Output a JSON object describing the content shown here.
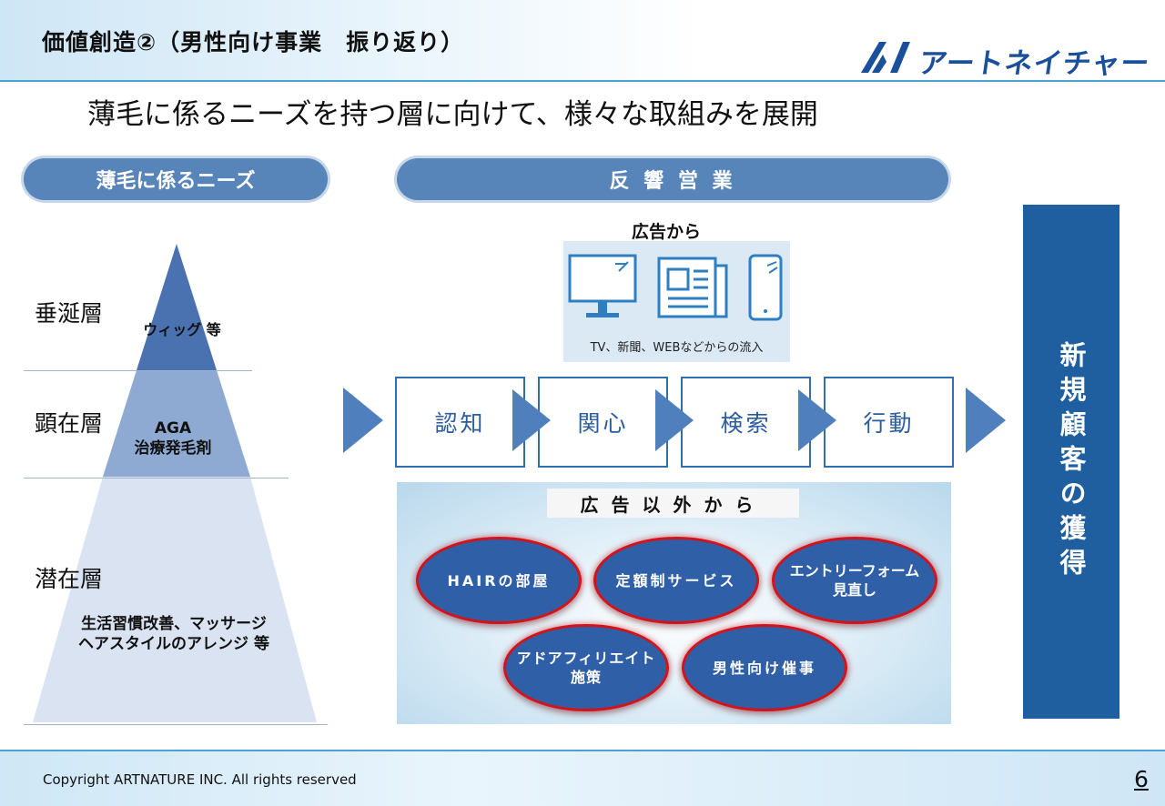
{
  "header": {
    "title": "価値創造②（男性向け事業　振り返り）",
    "logo_text": "アートネイチャー"
  },
  "subtitle": "薄毛に係るニーズを持つ層に向けて、様々な取組みを展開",
  "needs": {
    "pill_label": "薄毛に係るニーズ",
    "levels": [
      {
        "label": "垂涎層",
        "content": "ウィッグ 等"
      },
      {
        "label": "顕在層",
        "content_line1": "AGA",
        "content_line2": "治療発毛剤"
      },
      {
        "label": "潜在層",
        "content_line1": "生活習慣改善、マッサージ",
        "content_line2": "ヘアスタイルのアレンジ 等"
      }
    ]
  },
  "response": {
    "pill_label": "反 響 営 業",
    "ad_heading": "広告から",
    "ad_caption": "TV、新聞、WEBなどからの流入",
    "ad_icons": [
      "tv-icon",
      "newspaper-icon",
      "smartphone-icon"
    ],
    "steps": [
      "認知",
      "関心",
      "検索",
      "行動"
    ],
    "non_ad_heading": "広告以外から",
    "non_ad_items": [
      "HAIRの部屋",
      "定額制サービス",
      "エントリーフォーム見直し",
      "アドアフィリエイト施策",
      "男性向け催事"
    ],
    "non_ad_item_lines": {
      "entry_line1": "エントリーフォーム",
      "entry_line2": "見直し",
      "affiliate_line1": "アドアフィリエイト",
      "affiliate_line2": "施策"
    }
  },
  "result": "新規顧客の獲得",
  "footer": {
    "copyright": "Copyright ARTNATURE INC. All rights reserved",
    "page_number": "6"
  },
  "colors": {
    "pill": "#5784b9",
    "pyramid_top": "#4a72b0",
    "pyramid_mid": "#8eaad3",
    "pyramid_bottom": "#d9e3f1",
    "arrow": "#4f7fbd",
    "result_box": "#1f5fa0",
    "oval_fill": "#2f5fa6",
    "oval_border": "#d1141c"
  }
}
